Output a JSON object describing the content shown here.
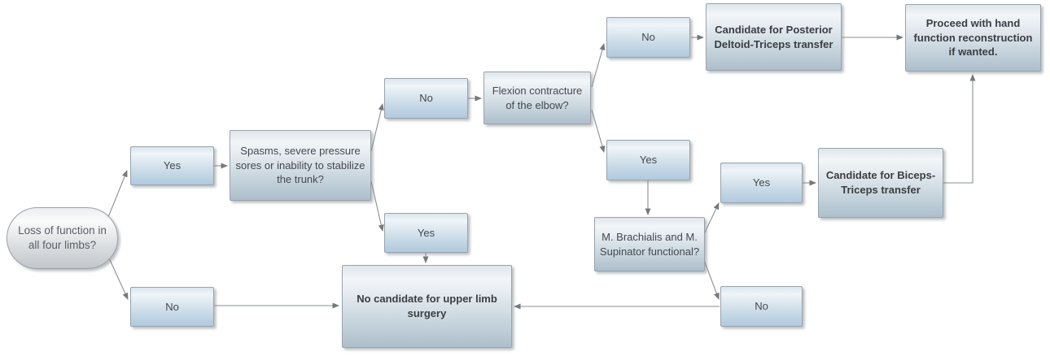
{
  "diagram": {
    "name": "upper-limb-surgery-decision-flowchart",
    "colors": {
      "box_border": "#9aa3ab",
      "box_fill_top": "#f2f6f9",
      "box_fill_bottom": "#adbfcb",
      "small_box_fill_bottom": "#b0cade",
      "connector_line": "#7f8488",
      "text": "#45494e"
    },
    "nodes": {
      "start": {
        "label": "Loss of function in all four limbs?"
      },
      "yes_limbs": {
        "label": "Yes"
      },
      "no_limbs": {
        "label": "No"
      },
      "spasms": {
        "label": "Spasms, severe pressure sores or inability to stabilize the trunk?"
      },
      "no_spasms": {
        "label": "No"
      },
      "yes_spasms": {
        "label": "Yes"
      },
      "flexion": {
        "label": "Flexion contracture of the elbow?"
      },
      "no_flexion": {
        "label": "No"
      },
      "yes_flexion": {
        "label": "Yes"
      },
      "cand_posterior": {
        "label": "Candidate for Posterior Deltoid-Triceps transfer"
      },
      "proceed": {
        "label": "Proceed with hand function reconstruction if wanted."
      },
      "brachialis": {
        "label": "M. Brachialis and M. Supinator functional?"
      },
      "yes_brach": {
        "label": "Yes"
      },
      "cand_biceps": {
        "label": "Candidate for Biceps-Triceps transfer"
      },
      "no_brach": {
        "label": "No"
      },
      "no_candidate": {
        "label": "No candidate for upper limb surgery"
      }
    },
    "edges": [
      {
        "from": "start",
        "to": "yes_limbs"
      },
      {
        "from": "start",
        "to": "no_limbs"
      },
      {
        "from": "yes_limbs",
        "to": "spasms"
      },
      {
        "from": "spasms",
        "to": "no_spasms"
      },
      {
        "from": "spasms",
        "to": "yes_spasms"
      },
      {
        "from": "no_spasms",
        "to": "flexion"
      },
      {
        "from": "yes_spasms",
        "to": "no_candidate"
      },
      {
        "from": "flexion",
        "to": "no_flexion"
      },
      {
        "from": "flexion",
        "to": "yes_flexion"
      },
      {
        "from": "no_flexion",
        "to": "cand_posterior"
      },
      {
        "from": "cand_posterior",
        "to": "proceed"
      },
      {
        "from": "yes_flexion",
        "to": "brachialis"
      },
      {
        "from": "brachialis",
        "to": "yes_brach"
      },
      {
        "from": "brachialis",
        "to": "no_brach"
      },
      {
        "from": "yes_brach",
        "to": "cand_biceps"
      },
      {
        "from": "cand_biceps",
        "to": "proceed"
      },
      {
        "from": "no_limbs",
        "to": "no_candidate"
      },
      {
        "from": "no_brach",
        "to": "no_candidate"
      }
    ]
  }
}
